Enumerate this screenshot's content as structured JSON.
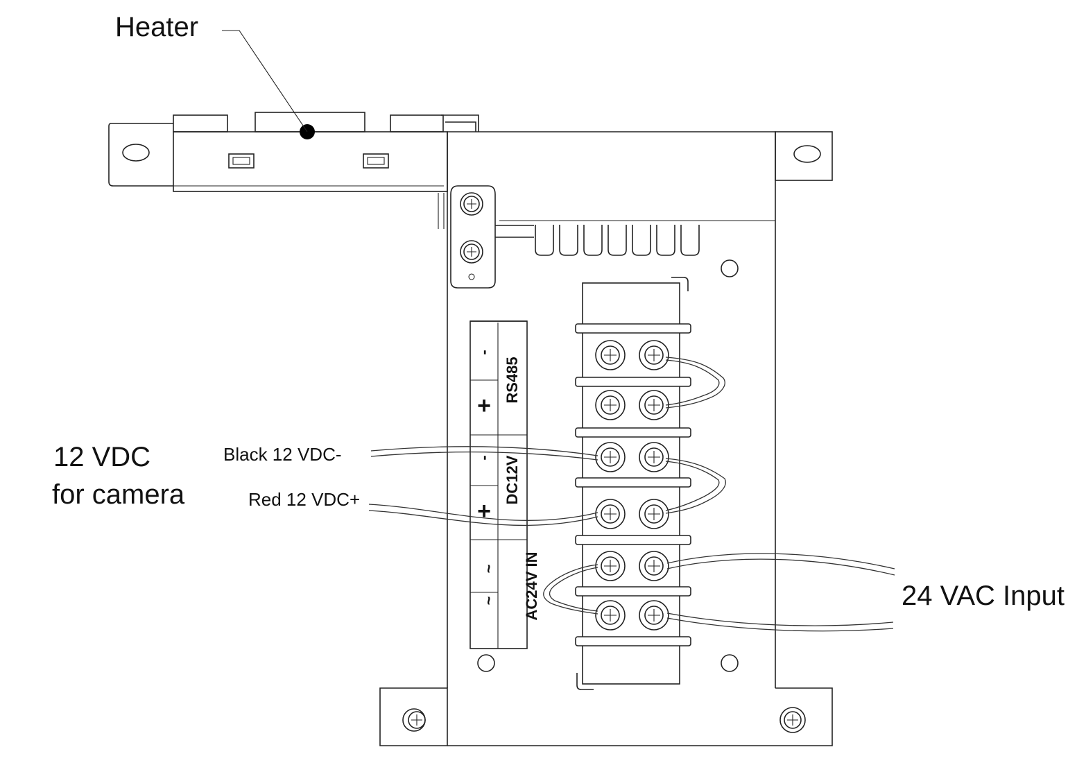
{
  "labels": {
    "heater": "Heater",
    "camera_line1": "12 VDC",
    "camera_line2": "for camera",
    "black_wire": "Black 12 VDC-",
    "red_wire": "Red 12 VDC+",
    "vac_input": "24 VAC Input"
  },
  "terminal_strip": {
    "rs485": "RS485",
    "dc12v": "DC12V",
    "ac24v": "AC24V IN",
    "minus": "-",
    "plus": "+",
    "tilde": "~"
  }
}
